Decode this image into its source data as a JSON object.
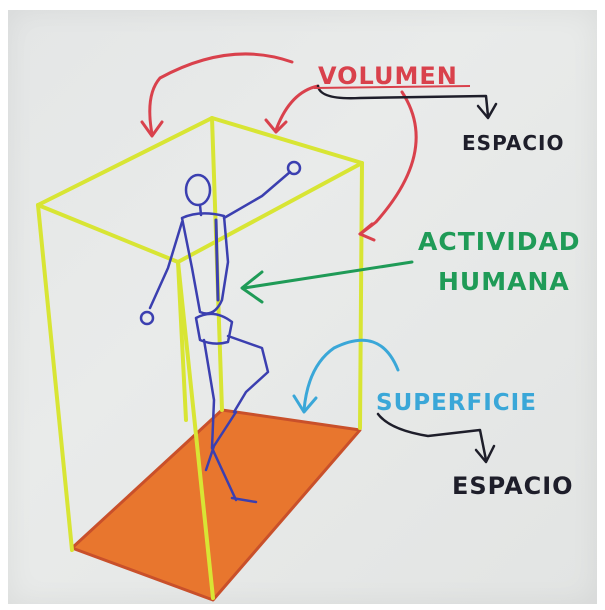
{
  "labels": {
    "volumen": "VOLUMEN",
    "espacio_top": "ESPACIO",
    "actividad_line1": "ACTIVIDAD",
    "actividad_line2": "HUMANA",
    "superficie": "SUPERFICIE",
    "espacio_bottom": "ESPACIO"
  },
  "colors": {
    "paper": "#e6e8e7",
    "volumen": "#d9414c",
    "espacio": "#1e1e2a",
    "actividad": "#1f9b57",
    "superficie": "#3aa7d8",
    "box_lines": "#d8e534",
    "floor": "#e8762e",
    "floor_edge": "#c9502a",
    "figure": "#3b3fb0"
  }
}
